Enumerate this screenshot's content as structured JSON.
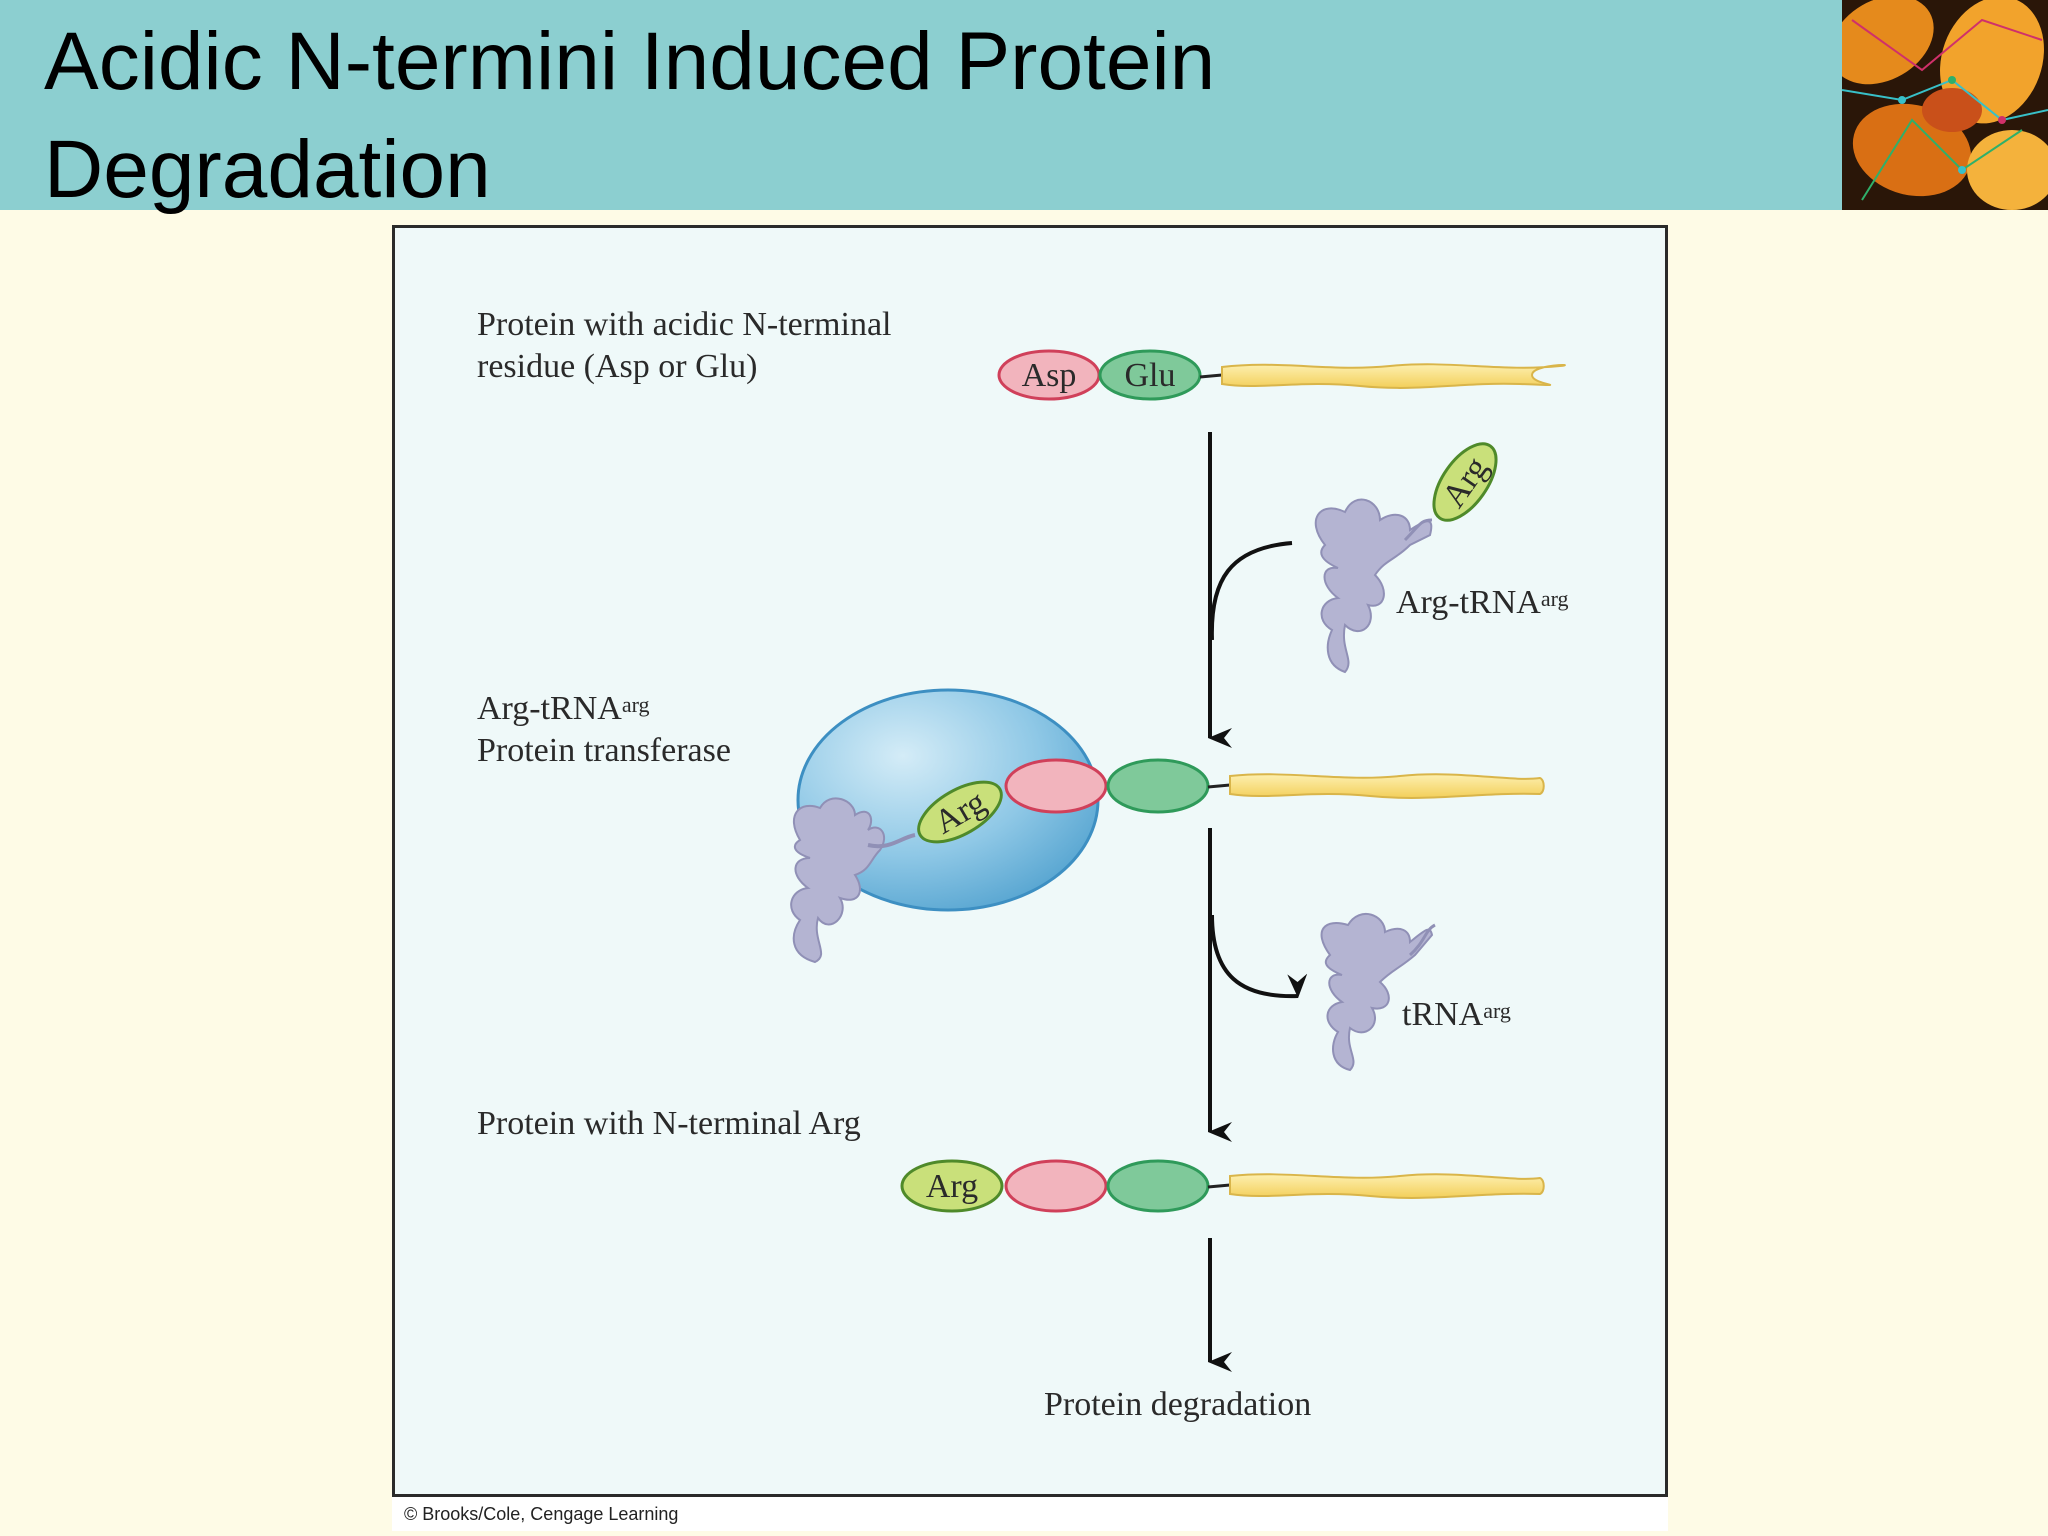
{
  "slide": {
    "title_line1": "Acidic N-termini Induced Protein",
    "title_line2": "Degradation"
  },
  "figure": {
    "step1_label_line1": "Protein with acidic N-terminal",
    "step1_label_line2": "residue (Asp or Glu)",
    "bead_asp": "Asp",
    "bead_glu": "Glu",
    "bead_arg": "Arg",
    "arg_trna_label": "Arg-tRNA",
    "arg_trna_sup": "arg",
    "enzyme_label_line1": "Arg-tRNA",
    "enzyme_label_sup": "arg",
    "enzyme_label_line2": "Protein transferase",
    "trna_label": "tRNA",
    "trna_sup": "arg",
    "step3_label": "Protein with N-terminal  Arg",
    "final_label": "Protein degradation"
  },
  "credit": "© Brooks/Cole, Cengage Learning",
  "colors": {
    "title_bar": "#8ccfd0",
    "slide_background": "#fefbe6",
    "panel_background": "#eff9f9",
    "asp_bead": "#f2b4bd",
    "glu_bead": "#7fc99a",
    "arg_bead": "#c9e07a",
    "protein_chain": "#f7de7a",
    "trna": "#b4b4d2",
    "enzyme": "#7fbfe0"
  }
}
